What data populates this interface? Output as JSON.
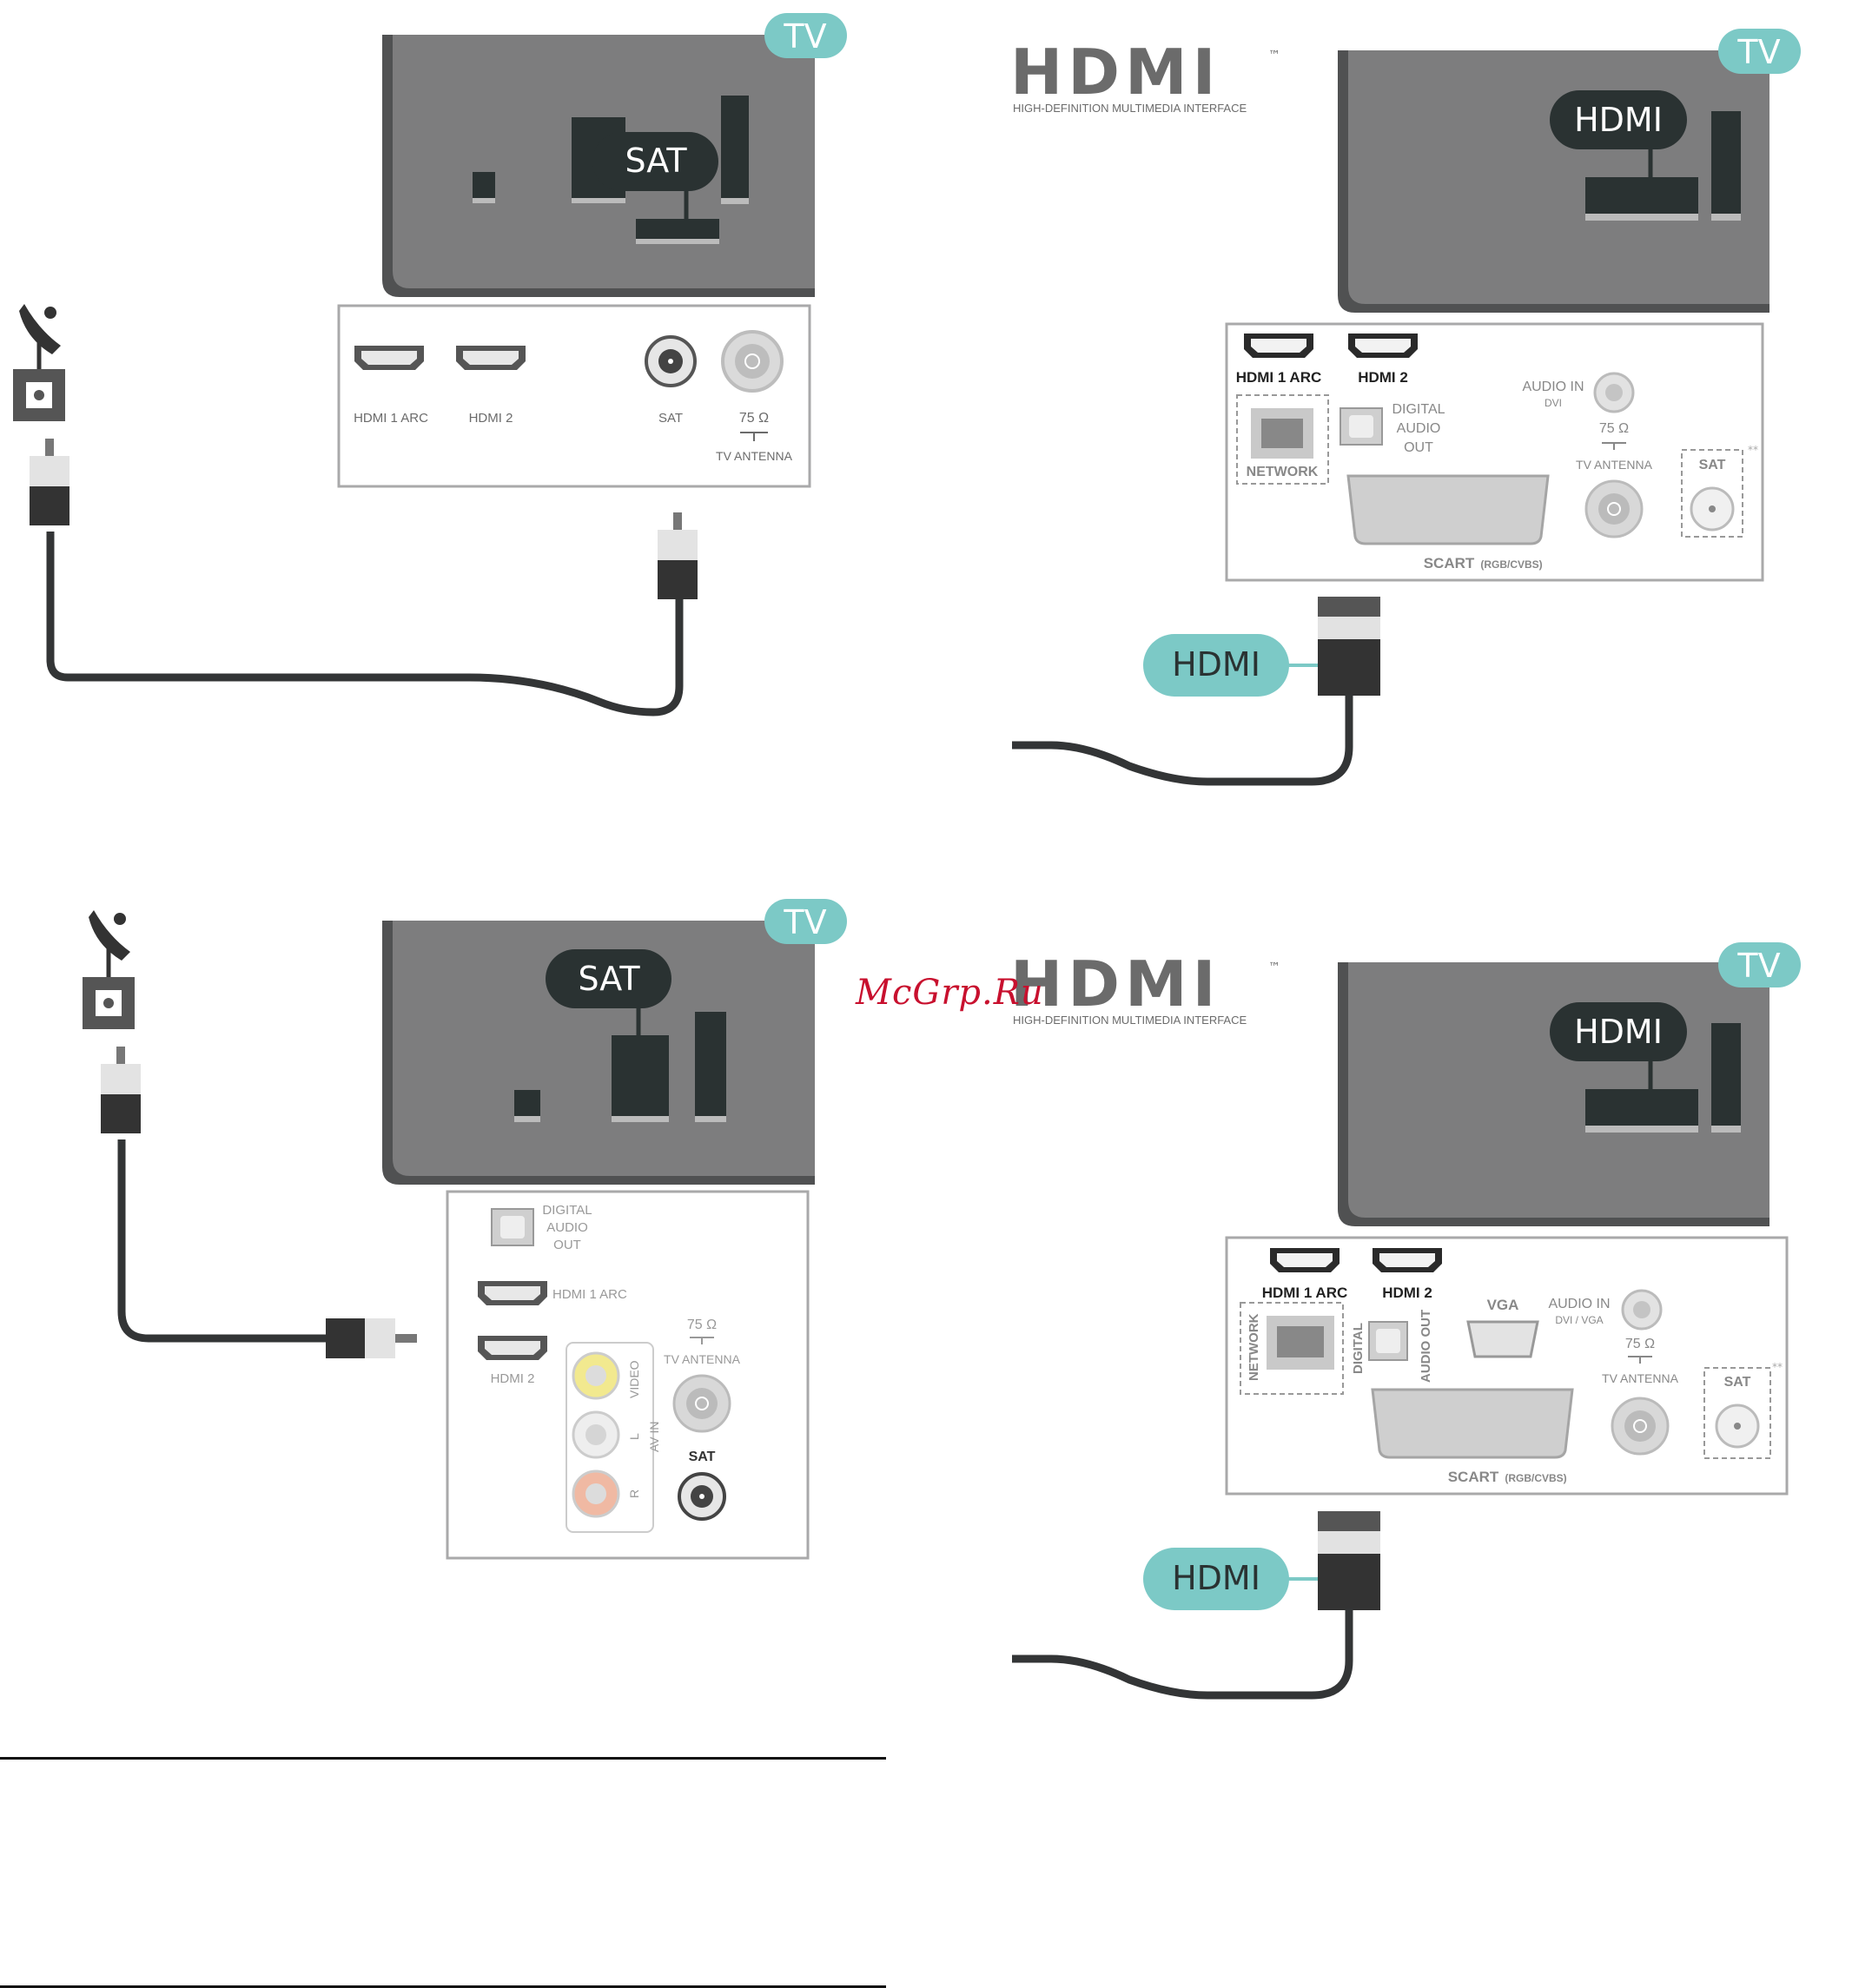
{
  "colors": {
    "tv_body": "#7d7d7e",
    "tv_frame": "#505152",
    "accent": "#7cc9c6",
    "bubble_dark": "#2a3232",
    "cable": "#333536",
    "panel_border": "#a9a9aa",
    "port_text": "#6b6b6b",
    "watermark": "#c8102e"
  },
  "icons": [
    "satellite-dish-icon",
    "wall-socket-icon",
    "coax-plug-icon",
    "hdmi-plug-icon",
    "hdmi-port-icon",
    "coax-port-icon",
    "ethernet-port-icon",
    "optical-port-icon",
    "scart-port-icon",
    "vga-port-icon",
    "rca-port-icon"
  ],
  "common": {
    "tv_badge": "TV",
    "sat_bubble": "SAT",
    "hdmi_bubble": "HDMI",
    "hdmi_logo": "HDMI",
    "hdmi_logo_tm": "™",
    "hdmi_logo_sub": "HIGH-DEFINITION MULTIMEDIA INTERFACE"
  },
  "panel1": {
    "hdmi1": "HDMI 1 ARC",
    "hdmi2": "HDMI 2",
    "sat": "SAT",
    "ohm": "75 Ω",
    "antenna": "TV ANTENNA"
  },
  "panel2": {
    "hdmi1": "HDMI 1 ARC",
    "hdmi2": "HDMI 2",
    "digital_audio_out": [
      "DIGITAL",
      "AUDIO",
      "OUT"
    ],
    "audio_in": "AUDIO IN",
    "dvi": "DVI",
    "ohm": "75 Ω",
    "antenna": "TV ANTENNA",
    "sat": "SAT",
    "sat_marks": "**",
    "network": "NETWORK",
    "scart": "SCART",
    "scart_sub": "(RGB/CVBS)"
  },
  "panel3": {
    "digital_audio_out": [
      "DIGITAL",
      "AUDIO",
      "OUT"
    ],
    "hdmi1": "HDMI 1 ARC",
    "hdmi2": "HDMI 2",
    "ohm": "75 Ω",
    "antenna": "TV ANTENNA",
    "video": "VIDEO",
    "l": "L",
    "r": "R",
    "av_in": "AV IN",
    "sat": "SAT"
  },
  "panel4": {
    "hdmi1": "HDMI 1 ARC",
    "hdmi2": "HDMI 2",
    "vga": "VGA",
    "audio_in": "AUDIO IN",
    "dvi_vga": "DVI / VGA",
    "ohm": "75 Ω",
    "antenna": "TV ANTENNA",
    "sat": "SAT",
    "sat_marks": "**",
    "network": "NETWORK",
    "digital": "DIGITAL",
    "audio_out": "AUDIO OUT",
    "scart": "SCART",
    "scart_sub": "(RGB/CVBS)"
  },
  "watermark": "McGrp.Ru"
}
